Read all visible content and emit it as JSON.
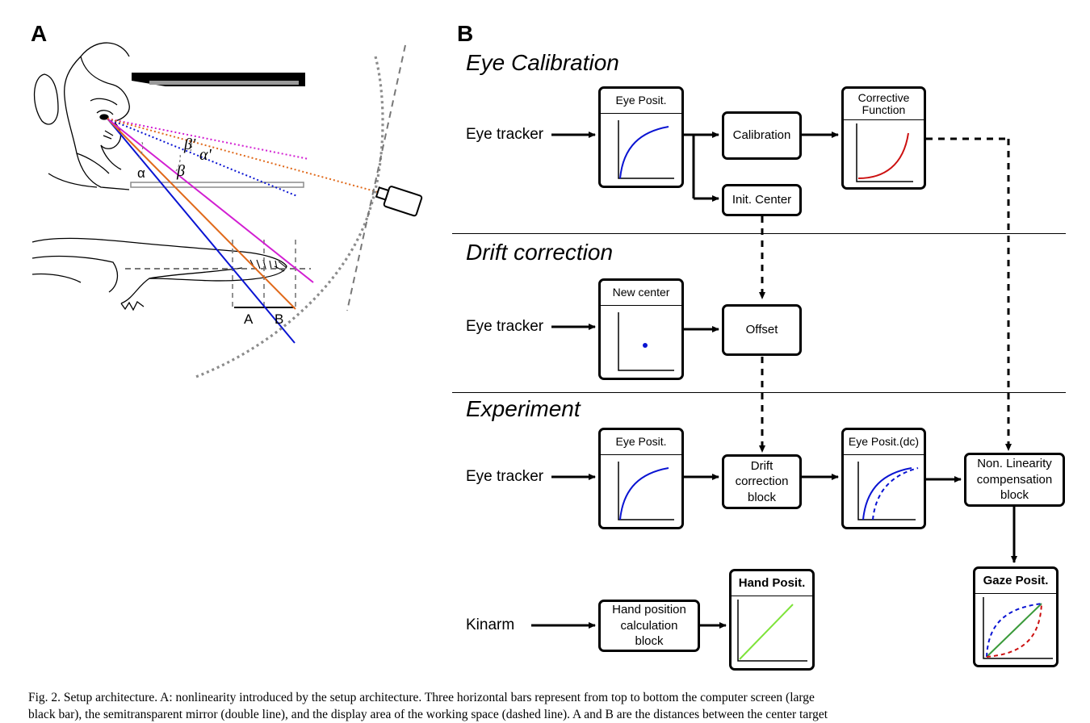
{
  "panels": {
    "a": "A",
    "b": "B"
  },
  "panel_a": {
    "angle_labels": {
      "alpha": "α",
      "beta": "β",
      "alpha_prime": "α'",
      "beta_prime": "β'"
    },
    "distance_labels": {
      "a": "A",
      "b": "B"
    }
  },
  "sections": {
    "calibration": "Eye Calibration",
    "drift": "Drift correction",
    "experiment": "Experiment"
  },
  "inputs": {
    "eye_tracker_1": "Eye tracker",
    "eye_tracker_2": "Eye tracker",
    "eye_tracker_3": "Eye tracker",
    "kinarm": "Kinarm"
  },
  "blocks": {
    "calibration": "Calibration",
    "init_center": "Init. Center",
    "offset": "Offset",
    "drift_block": "Drift correction block",
    "nonlin_block": "Non. Linearity compensation block",
    "hand_calc": "Hand position calculation block"
  },
  "plots": {
    "eye_posit_1": "Eye Posit.",
    "corrective": "Corrective Function",
    "new_center": "New center",
    "eye_posit_2": "Eye Posit.",
    "eye_posit_dc": "Eye Posit.(dc)",
    "hand_posit": "Hand Posit.",
    "gaze_posit": "Gaze Posit."
  },
  "caption": {
    "line1": "Fig. 2. Setup architecture. A: nonlinearity introduced by the setup architecture. Three horizontal bars represent from top to bottom the computer screen (large",
    "line2": "black bar), the semitransparent mirror (double line), and the display area of the working space (dashed line). A and B are the distances between the center target"
  },
  "colors": {
    "blue": "#0a14d2",
    "red": "#cc1010",
    "green_hand": "#7ee33a",
    "green_gaze": "#3a9a3a",
    "magenta": "#d21ed2",
    "orange": "#e0691a"
  }
}
